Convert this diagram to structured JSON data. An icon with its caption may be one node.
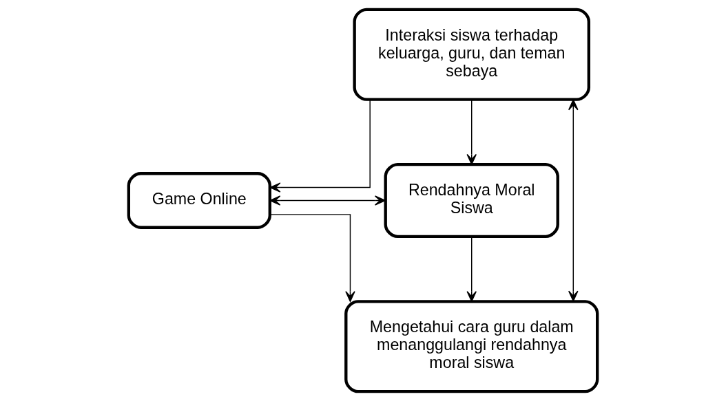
{
  "diagram": {
    "nodes": [
      {
        "text": [
          "Interaksi siswa terhadap keluarga, guru, dan teman sebaya"
        ]
      },
      {
        "text": [
          "Game Online"
        ]
      },
      {
        "text": [
          "Rendahnya Moral Siswa"
        ]
      },
      {
        "text": [
          "Mengetahui cara guru dalam menanggulangi rendahnya moral siswa"
        ]
      }
    ],
    "edges": [
      {
        "from": 0,
        "to": 1,
        "arrow": "to"
      },
      {
        "from": 0,
        "to": 2,
        "arrow": "to"
      },
      {
        "from": 1,
        "to": 2,
        "arrow": "both"
      },
      {
        "from": 0,
        "to": 3,
        "arrow": "both"
      },
      {
        "from": 1,
        "to": 3,
        "arrow": "to"
      },
      {
        "from": 2,
        "to": 3,
        "arrow": "to"
      }
    ]
  }
}
